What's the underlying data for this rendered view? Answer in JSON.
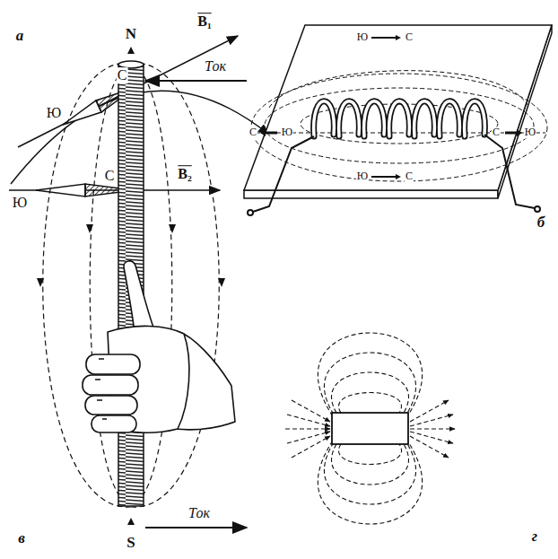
{
  "diagram": {
    "labels": [
      "а",
      "Ю",
      "С",
      "B₁",
      "Ю",
      "С",
      "B₂",
      "Ю",
      "С",
      "С",
      "Ю",
      "С",
      "Ю",
      "Ю",
      "С",
      "б",
      "N",
      "Ток",
      "Ток",
      "S",
      "в",
      "г"
    ]
  }
}
